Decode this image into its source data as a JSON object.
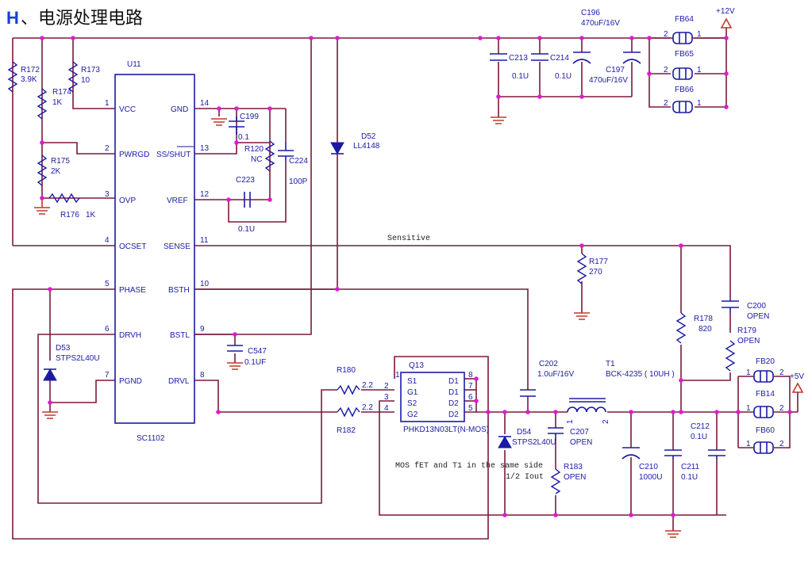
{
  "title": {
    "prefix": "H",
    "text": "、电源处理电路"
  },
  "power": {
    "v12": "+12V",
    "v5": "+5V"
  },
  "ic": {
    "ref": "U11",
    "part": "SC1102",
    "left_pins": [
      {
        "num": "1",
        "name": "VCC"
      },
      {
        "num": "2",
        "name": "PWRGD"
      },
      {
        "num": "3",
        "name": "OVP"
      },
      {
        "num": "4",
        "name": "OCSET"
      },
      {
        "num": "5",
        "name": "PHASE"
      },
      {
        "num": "6",
        "name": "DRVH"
      },
      {
        "num": "7",
        "name": "PGND"
      }
    ],
    "right_pins": [
      {
        "num": "14",
        "name": "GND"
      },
      {
        "num": "13",
        "name": "SS/SHUT"
      },
      {
        "num": "12",
        "name": "VREF"
      },
      {
        "num": "11",
        "name": "SENSE"
      },
      {
        "num": "10",
        "name": "BSTH"
      },
      {
        "num": "9",
        "name": "BSTL"
      },
      {
        "num": "8",
        "name": "DRVL"
      }
    ]
  },
  "mosfet": {
    "ref": "Q13",
    "part": "PHKD13N03LT(N-MOS)",
    "left_pins": [
      {
        "num": "1",
        "name": "S1"
      },
      {
        "num": "2",
        "name": "G1"
      },
      {
        "num": "3",
        "name": "S2"
      },
      {
        "num": "4",
        "name": "G2"
      }
    ],
    "right_pins": [
      {
        "num": "8",
        "name": "D1"
      },
      {
        "num": "7",
        "name": "D1"
      },
      {
        "num": "6",
        "name": "D2"
      },
      {
        "num": "5",
        "name": "D2"
      }
    ]
  },
  "components": {
    "r172": {
      "ref": "R172",
      "val": "3.9K"
    },
    "r173": {
      "ref": "R173",
      "val": "10"
    },
    "r174": {
      "ref": "R174",
      "val": "1K"
    },
    "r175": {
      "ref": "R175",
      "val": "2K"
    },
    "r176": {
      "ref": "R176",
      "val": "1K"
    },
    "c199": {
      "ref": "C199",
      "val": "0.1"
    },
    "r120": {
      "ref": "R120",
      "val": "NC"
    },
    "c224": {
      "ref": "C224",
      "val": "100P"
    },
    "c223": {
      "ref": "C223",
      "val": "0.1U"
    },
    "d52": {
      "ref": "D52",
      "val": "LL4148"
    },
    "c196": {
      "ref": "C196",
      "val": "470uF/16V"
    },
    "c213": {
      "ref": "C213",
      "val": "0.1U"
    },
    "c214": {
      "ref": "C214",
      "val": "0.1U"
    },
    "c197": {
      "ref": "C197",
      "val": "470uF/16V"
    },
    "fb64": {
      "ref": "FB64"
    },
    "fb65": {
      "ref": "FB65"
    },
    "fb66": {
      "ref": "FB66"
    },
    "r177": {
      "ref": "R177",
      "val": "270"
    },
    "r178": {
      "ref": "R178",
      "val": "820"
    },
    "c200": {
      "ref": "C200",
      "val": "OPEN"
    },
    "r179": {
      "ref": "R179",
      "val": "OPEN"
    },
    "d53": {
      "ref": "D53",
      "val": "STPS2L40U"
    },
    "c547": {
      "ref": "C547",
      "val": "0.1UF"
    },
    "r180": {
      "ref": "R180",
      "val": "2.2"
    },
    "r182": {
      "ref": "R182",
      "val": "2.2"
    },
    "c202": {
      "ref": "C202",
      "val": "1.0uF/16V"
    },
    "t1": {
      "ref": "T1",
      "val": "BCK-4235 ( 10UH )"
    },
    "d54": {
      "ref": "D54",
      "val": "STPS2L40U"
    },
    "c207": {
      "ref": "C207",
      "val": "OPEN"
    },
    "r183": {
      "ref": "R183",
      "val": "OPEN"
    },
    "c210": {
      "ref": "C210",
      "val": "1000U"
    },
    "c211": {
      "ref": "C211",
      "val": "0.1U"
    },
    "c212": {
      "ref": "C212",
      "val": "0.1U"
    },
    "fb20": {
      "ref": "FB20"
    },
    "fb14": {
      "ref": "FB14"
    },
    "fb60": {
      "ref": "FB60"
    }
  },
  "notes": {
    "sensitive": "Sensitive",
    "mos_note": "MOS fET and T1 in the same side",
    "iout": "1/2 Iout"
  },
  "pin_labels": {
    "one": "1",
    "two": "2"
  }
}
